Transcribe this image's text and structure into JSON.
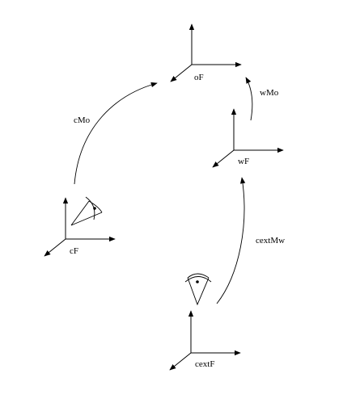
{
  "frames": {
    "oF": "oF",
    "wF": "wF",
    "cF": "cF",
    "cextF": "cextF"
  },
  "transforms": {
    "cMo": "cMo",
    "wMo": "wMo",
    "cextMw": "cextMw"
  }
}
